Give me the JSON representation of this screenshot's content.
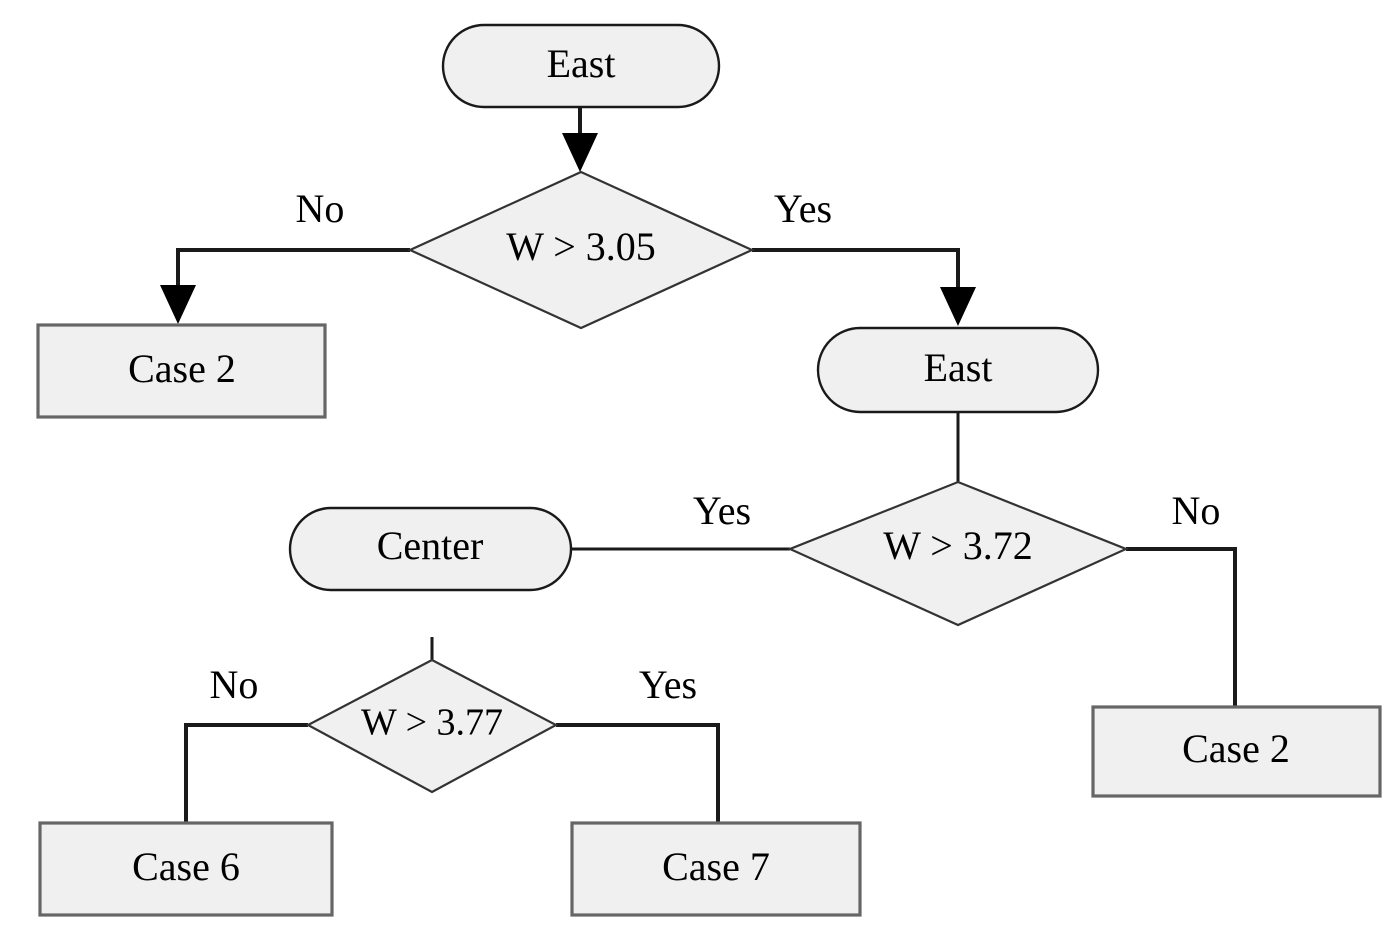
{
  "diagram": {
    "type": "decision-tree-flowchart",
    "title": "East region width decision tree",
    "colors": {
      "node_fill": "#f0f0f0",
      "stadium_stroke": "#1a1a1a",
      "diamond_stroke": "#333333",
      "rect_stroke": "#666666",
      "edge_stroke": "#1a1a1a",
      "text": "#000000",
      "background": "#ffffff"
    },
    "nodes": [
      {
        "id": "root-east",
        "label": "East",
        "shape": "stadium"
      },
      {
        "id": "decision-305",
        "label": "W > 3.05",
        "shape": "diamond"
      },
      {
        "id": "case2-left",
        "label": "Case 2",
        "shape": "rectangle"
      },
      {
        "id": "east-second",
        "label": "East",
        "shape": "stadium"
      },
      {
        "id": "decision-372",
        "label": "W > 3.72",
        "shape": "diamond"
      },
      {
        "id": "center",
        "label": "Center",
        "shape": "stadium"
      },
      {
        "id": "case2-right",
        "label": "Case 2",
        "shape": "rectangle"
      },
      {
        "id": "decision-377",
        "label": "W > 3.77",
        "shape": "diamond"
      },
      {
        "id": "case6",
        "label": "Case 6",
        "shape": "rectangle"
      },
      {
        "id": "case7",
        "label": "Case 7",
        "shape": "rectangle"
      }
    ],
    "edges": [
      {
        "id": "e-root-to-305",
        "from": "root-east",
        "to": "decision-305",
        "label": "",
        "arrow": true
      },
      {
        "id": "e-305-no-case2",
        "from": "decision-305",
        "to": "case2-left",
        "label": "No",
        "arrow": true
      },
      {
        "id": "e-305-yes-east",
        "from": "decision-305",
        "to": "east-second",
        "label": "Yes",
        "arrow": true
      },
      {
        "id": "e-east2-to-372",
        "from": "east-second",
        "to": "decision-372",
        "label": "",
        "arrow": false
      },
      {
        "id": "e-372-yes-center",
        "from": "decision-372",
        "to": "center",
        "label": "Yes",
        "arrow": false
      },
      {
        "id": "e-372-no-case2",
        "from": "decision-372",
        "to": "case2-right",
        "label": "No",
        "arrow": false
      },
      {
        "id": "e-center-to-377",
        "from": "center",
        "to": "decision-377",
        "label": "",
        "arrow": false
      },
      {
        "id": "e-377-no-case6",
        "from": "decision-377",
        "to": "case6",
        "label": "No",
        "arrow": false
      },
      {
        "id": "e-377-yes-case7",
        "from": "decision-377",
        "to": "case7",
        "label": "Yes",
        "arrow": false
      }
    ],
    "labels": {
      "root_east": "East",
      "decision_305": "W > 3.05",
      "case2_left": "Case 2",
      "east_second": "East",
      "decision_372": "W > 3.72",
      "center": "Center",
      "case2_right": "Case 2",
      "decision_377": "W > 3.77",
      "case6": "Case 6",
      "case7": "Case 7",
      "no_1": "No",
      "yes_1": "Yes",
      "yes_2": "Yes",
      "no_2": "No",
      "no_3": "No",
      "yes_3": "Yes"
    }
  }
}
